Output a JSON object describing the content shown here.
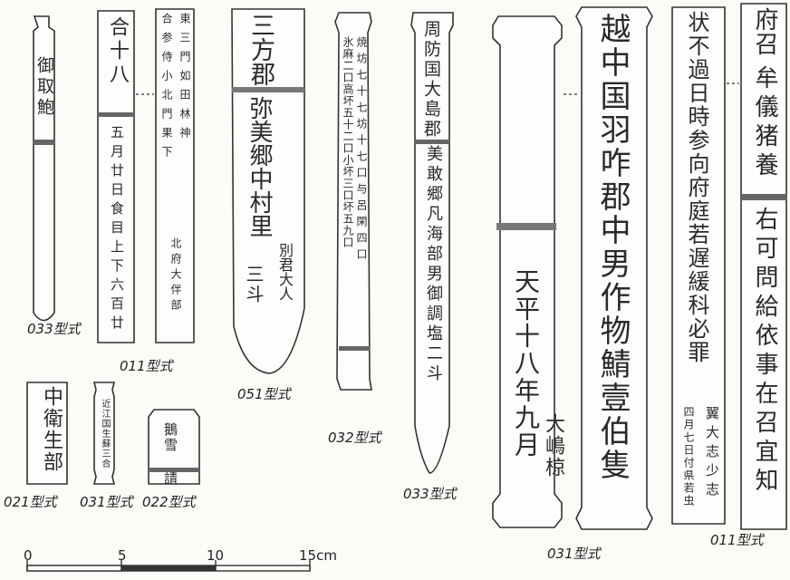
{
  "tablets": [
    {
      "id": "t1",
      "text": "御取鮑",
      "label": "033型式"
    },
    {
      "id": "t2",
      "text_a": "合十八",
      "text_b": "五月廿日食目上下六百廿",
      "label": "011型式"
    },
    {
      "id": "t3",
      "text_a": "東三門如田林神",
      "text_b": "合参侍小北門果下",
      "text_c": "北府大伴部",
      "label": "011型式"
    },
    {
      "id": "t4",
      "text_a": "三方郡",
      "text_b": "弥美郷中村里",
      "text_c": "別君大人",
      "text_d": "三斗",
      "label": "051型式"
    },
    {
      "id": "t5",
      "text_a": "焼坊七十七坊十七口与呂閑四口",
      "text_b": "氷麻二口高坏五十二口小坏三口坏五九口",
      "label": "032型式"
    },
    {
      "id": "t6",
      "text_a": "周防国大島郡",
      "text_b": "美敢郷凡海部男御調塩二斗",
      "label": "033型式"
    },
    {
      "id": "t7",
      "text": "天平十八年九月",
      "text_b": "大嶋椋",
      "label": "031型式"
    },
    {
      "id": "t8",
      "text": "越中国羽咋郡中男作物鯖壹伯隻",
      "label": "031型式"
    },
    {
      "id": "t9",
      "text": "状不過日時参向府庭若遅緩科必罪",
      "text_b": "翼大志少志",
      "text_c": "四月七日付県若虫",
      "label": "011型式"
    },
    {
      "id": "t10",
      "text_a": "府召",
      "text_b": "牟儀猪養",
      "text_c": "右可問給依事在召宜知",
      "label": "011型式"
    },
    {
      "id": "t11",
      "text": "中衛生部",
      "label": "021型式"
    },
    {
      "id": "t12",
      "text": "近江国生蘇三合",
      "label": "031型式"
    },
    {
      "id": "t13",
      "text": "鵝雪 請",
      "label": "022型式"
    }
  ],
  "scale": {
    "ticks": [
      "0",
      "5",
      "10",
      "15cm"
    ]
  }
}
